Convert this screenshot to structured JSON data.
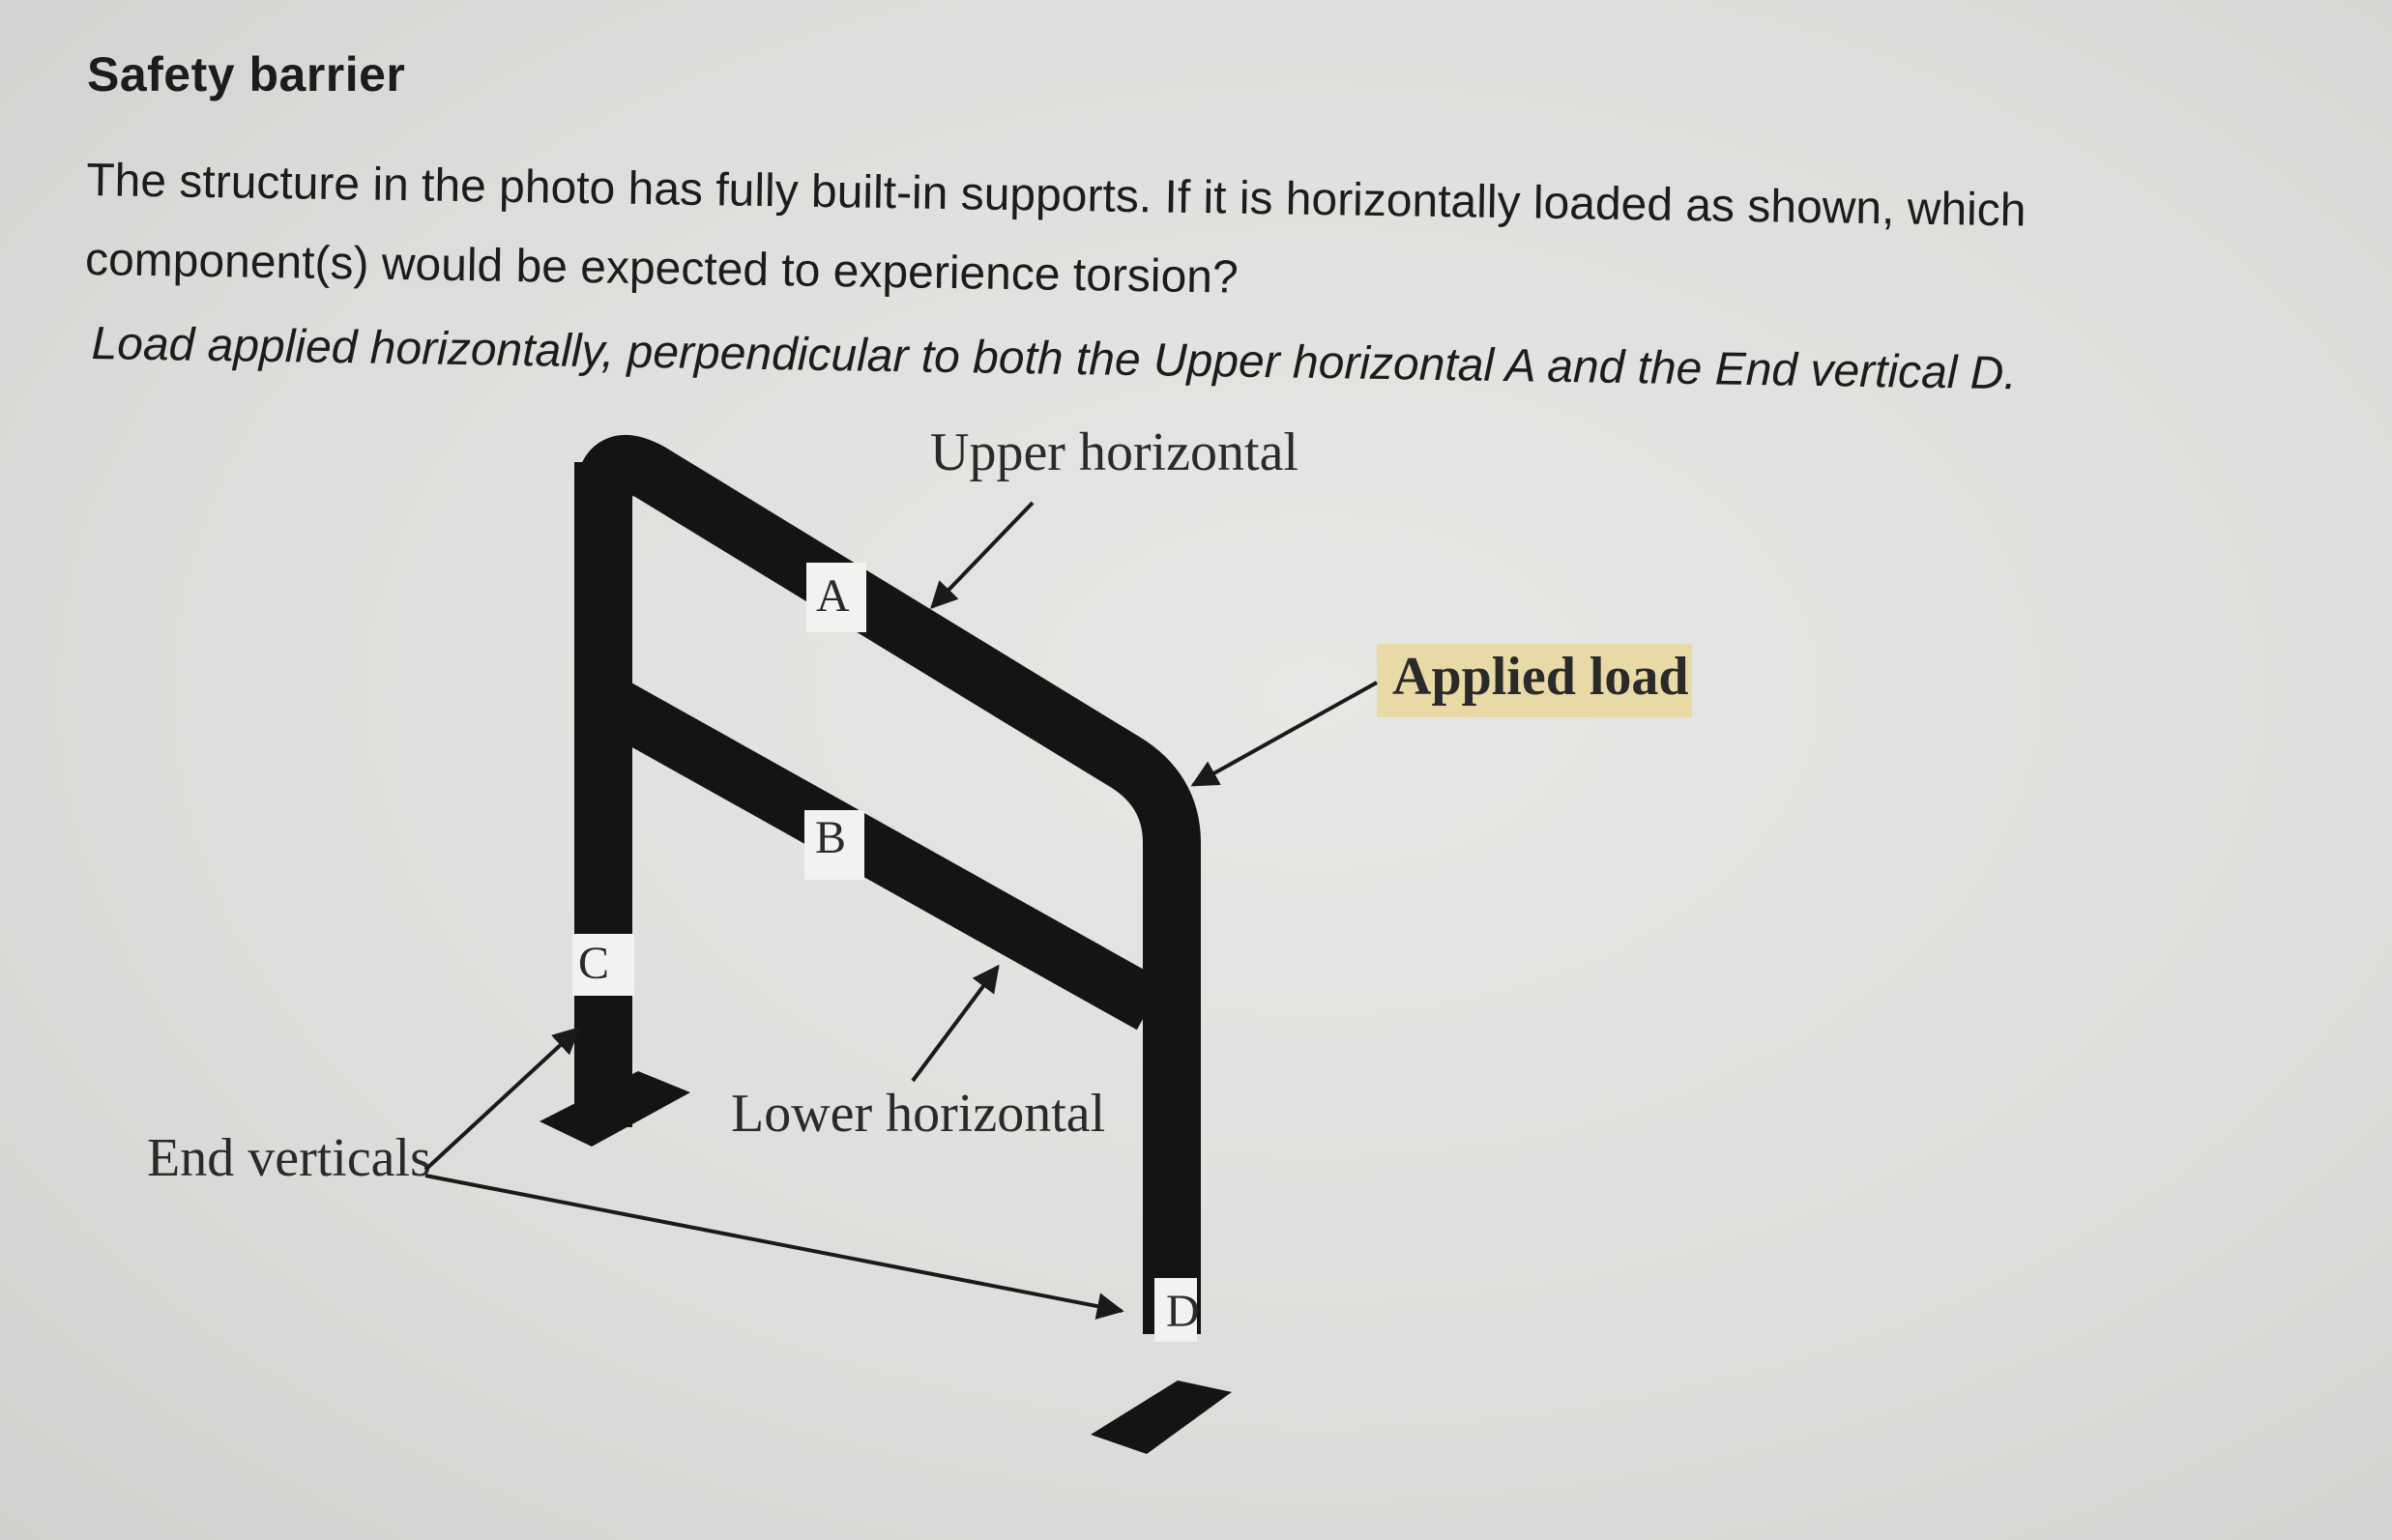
{
  "heading": "Safety barrier",
  "question": "The structure in the photo has fully built-in supports. If it is horizontally loaded as shown, which component(s) would be expected to experience torsion?",
  "note": "Load applied horizontally, perpendicular to both the Upper horizontal A and the End vertical D.",
  "diagram": {
    "labels": {
      "upper_horizontal": "Upper horizontal",
      "lower_horizontal": "Lower horizontal",
      "end_verticals": "End verticals",
      "applied_load": "Applied load"
    },
    "tags": {
      "a": "A",
      "b": "B",
      "c": "C",
      "d": "D"
    },
    "colors": {
      "bar": "#141414",
      "load_highlight": "#e8d9a6"
    }
  }
}
